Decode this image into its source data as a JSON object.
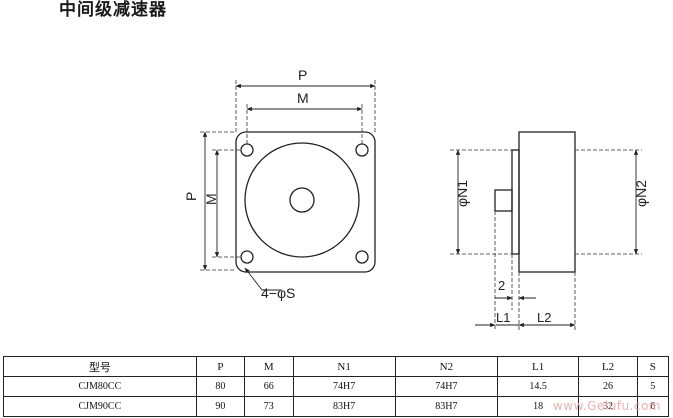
{
  "title": "中间级减速器",
  "labels": {
    "front_width_outer": "P",
    "front_width_inner": "M",
    "front_height_outer": "P",
    "front_height_inner": "M",
    "holes": "4−φS",
    "side_n1": "φN1",
    "side_n2": "φN2",
    "dim_2": "2",
    "dim_l1": "L1",
    "dim_l2": "L2"
  },
  "table": {
    "headers": [
      "型号",
      "P",
      "M",
      "N1",
      "N2",
      "L1",
      "L2",
      "S"
    ],
    "rows": [
      [
        "CJM80CC",
        "80",
        "66",
        "74H7",
        "74H7",
        "14.5",
        "26",
        "5"
      ],
      [
        "CJM90CC",
        "90",
        "73",
        "83H7",
        "83H7",
        "18",
        "32",
        "6"
      ]
    ]
  },
  "watermark": "www.Gelufu.com"
}
